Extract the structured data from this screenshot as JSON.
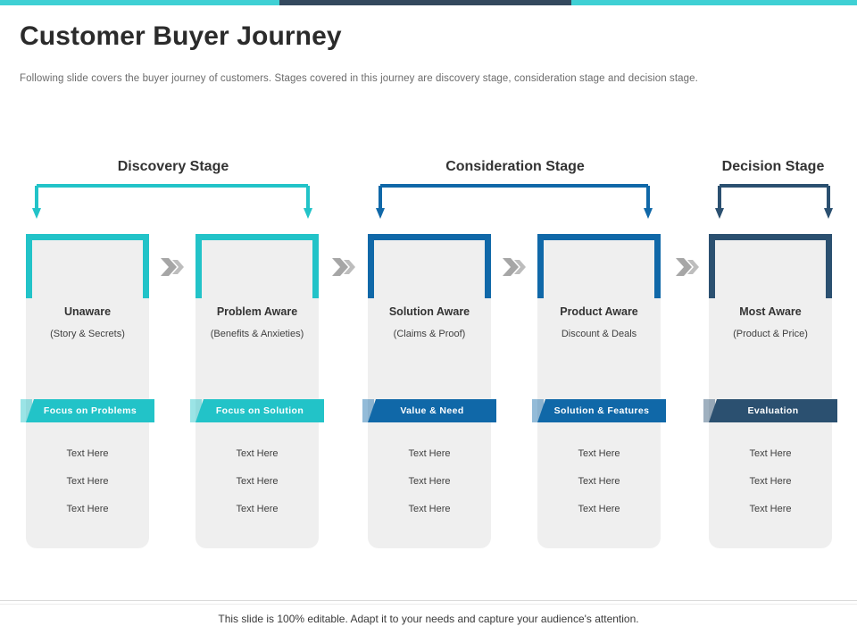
{
  "header": {
    "title": "Customer Buyer Journey",
    "description": "Following slide covers the buyer journey of customers. Stages covered in this journey are discovery stage, consideration stage and decision stage."
  },
  "colors": {
    "teal": "#22c3c8",
    "blue": "#1068a8",
    "navy": "#2b5070",
    "topbar_teal": "#3fd0d4",
    "topbar_dark": "#34495e",
    "card_bg": "#efefef",
    "chevron_gray": "#a6a6a6"
  },
  "stages": [
    {
      "label": "Discovery Stage",
      "color": "#22c3c8"
    },
    {
      "label": "Consideration Stage",
      "color": "#1068a8"
    },
    {
      "label": "Decision Stage",
      "color": "#2b5070"
    }
  ],
  "cards": [
    {
      "title": "Unaware",
      "subtitle": "(Story & Secrets)",
      "banner": "Focus on Problems",
      "color": "#22c3c8",
      "items": [
        "Text Here",
        "Text Here",
        "Text Here"
      ]
    },
    {
      "title": "Problem Aware",
      "subtitle": "(Benefits & Anxieties)",
      "banner": "Focus on Solution",
      "color": "#22c3c8",
      "items": [
        "Text Here",
        "Text Here",
        "Text Here"
      ]
    },
    {
      "title": "Solution Aware",
      "subtitle": "(Claims & Proof)",
      "banner": "Value & Need",
      "color": "#1068a8",
      "items": [
        "Text Here",
        "Text Here",
        "Text Here"
      ]
    },
    {
      "title": "Product Aware",
      "subtitle": "Discount & Deals",
      "banner": "Solution & Features",
      "color": "#1068a8",
      "items": [
        "Text Here",
        "Text Here",
        "Text Here"
      ]
    },
    {
      "title": "Most Aware",
      "subtitle": "(Product & Price)",
      "banner": "Evaluation",
      "color": "#2b5070",
      "items": [
        "Text Here",
        "Text Here",
        "Text Here"
      ]
    }
  ],
  "connectors": [
    {
      "name": "chevron-right-icon"
    },
    {
      "name": "chevron-right-icon"
    },
    {
      "name": "chevron-right-icon"
    },
    {
      "name": "chevron-right-icon"
    }
  ],
  "footer": {
    "text": "This slide is 100% editable. Adapt it to your needs and capture your audience's attention."
  }
}
